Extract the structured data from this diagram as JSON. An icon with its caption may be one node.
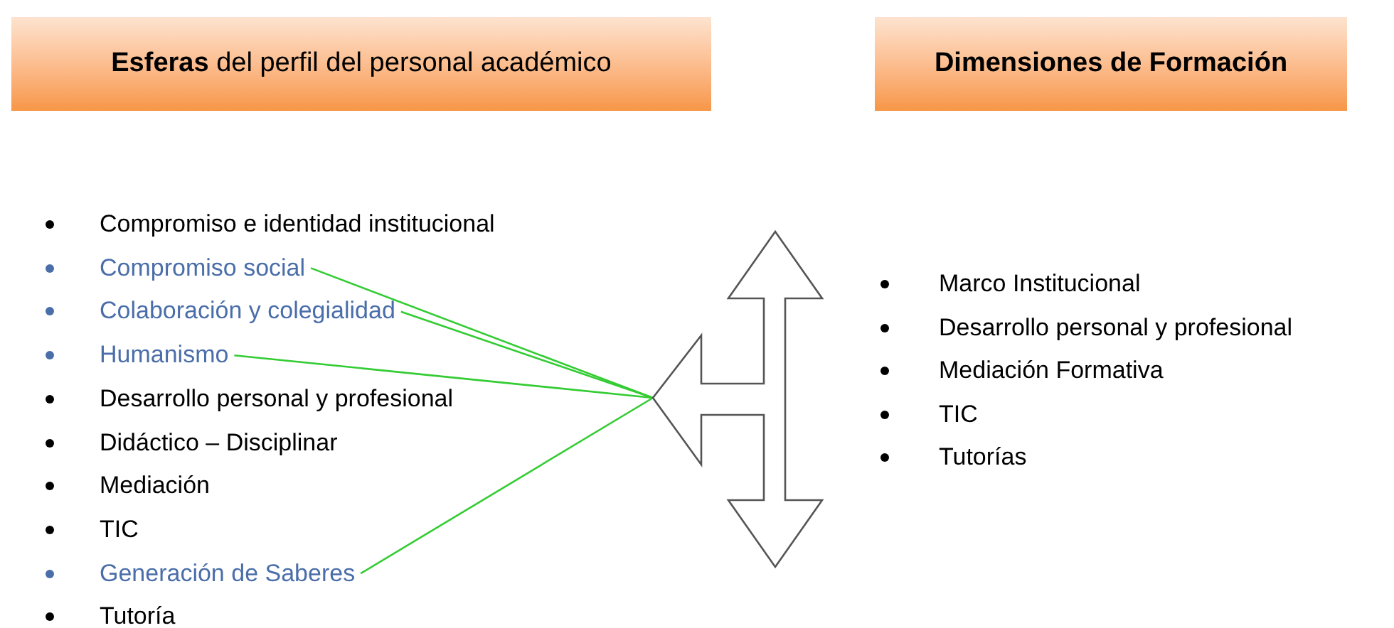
{
  "diagram": {
    "nodes": [
      {
        "text": [
          "**Esferas** del perfil del personal académico"
        ]
      },
      {
        "text": [
          "Dimensiones de Formación"
        ]
      },
      {
        "text": [
          "Compromiso e identidad institucional"
        ]
      },
      {
        "text": [
          "Compromiso social"
        ]
      },
      {
        "text": [
          "Colaboración y colegialidad"
        ]
      },
      {
        "text": [
          "Humanismo"
        ]
      },
      {
        "text": [
          "Desarrollo personal y profesional"
        ]
      },
      {
        "text": [
          "Didáctico – Disciplinar"
        ]
      },
      {
        "text": [
          "Mediación"
        ]
      },
      {
        "text": [
          "TIC"
        ]
      },
      {
        "text": [
          "Generación de Saberes"
        ]
      },
      {
        "text": [
          "Tutoría"
        ]
      },
      {
        "text": [],
        "shape": "arrow"
      },
      {
        "text": [
          "Marco Institucional"
        ]
      },
      {
        "text": [
          "Desarrollo personal y profesional"
        ]
      },
      {
        "text": [
          "Mediación Formativa"
        ]
      },
      {
        "text": [
          "TIC"
        ]
      },
      {
        "text": [
          "Tutorías"
        ]
      }
    ],
    "edges": [
      {
        "from": 3,
        "to": 12,
        "arrow": "none"
      },
      {
        "from": 4,
        "to": 12,
        "arrow": "none"
      },
      {
        "from": 5,
        "to": 12,
        "arrow": "none"
      },
      {
        "from": 10,
        "to": 12,
        "arrow": "none"
      }
    ]
  }
}
